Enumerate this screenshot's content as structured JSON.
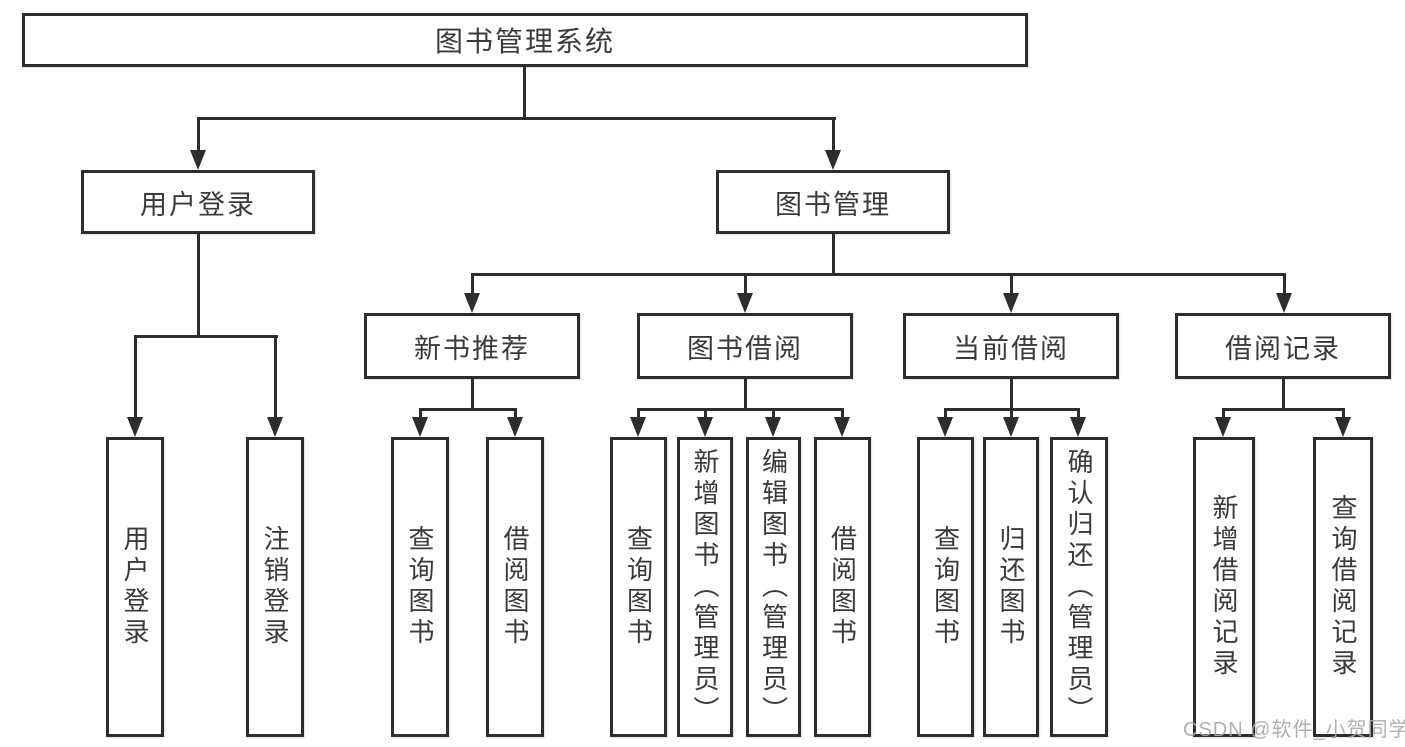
{
  "tree": {
    "label": "图书管理系统",
    "children": [
      {
        "label": "用户登录",
        "children": [
          {
            "label": "用户登录"
          },
          {
            "label": "注销登录"
          }
        ]
      },
      {
        "label": "图书管理",
        "children": [
          {
            "label": "新书推荐",
            "children": [
              {
                "label": "查询图书"
              },
              {
                "label": "借阅图书"
              }
            ]
          },
          {
            "label": "图书借阅",
            "children": [
              {
                "label": "查询图书"
              },
              {
                "label": "新增图书（管理员）"
              },
              {
                "label": "编辑图书（管理员）"
              },
              {
                "label": "借阅图书"
              }
            ]
          },
          {
            "label": "当前借阅",
            "children": [
              {
                "label": "查询图书"
              },
              {
                "label": "归还图书"
              },
              {
                "label": "确认归还（管理员）"
              }
            ]
          },
          {
            "label": "借阅记录",
            "children": [
              {
                "label": "新增借阅记录"
              },
              {
                "label": "查询借阅记录"
              }
            ]
          }
        ]
      }
    ]
  },
  "watermark": {
    "text": "CSDN @软件_小贺同学"
  },
  "colors": {
    "line": "#2d2d2d",
    "text": "#3a3a3a",
    "watermark": "#a8a8ae",
    "background": "#ffffff"
  }
}
